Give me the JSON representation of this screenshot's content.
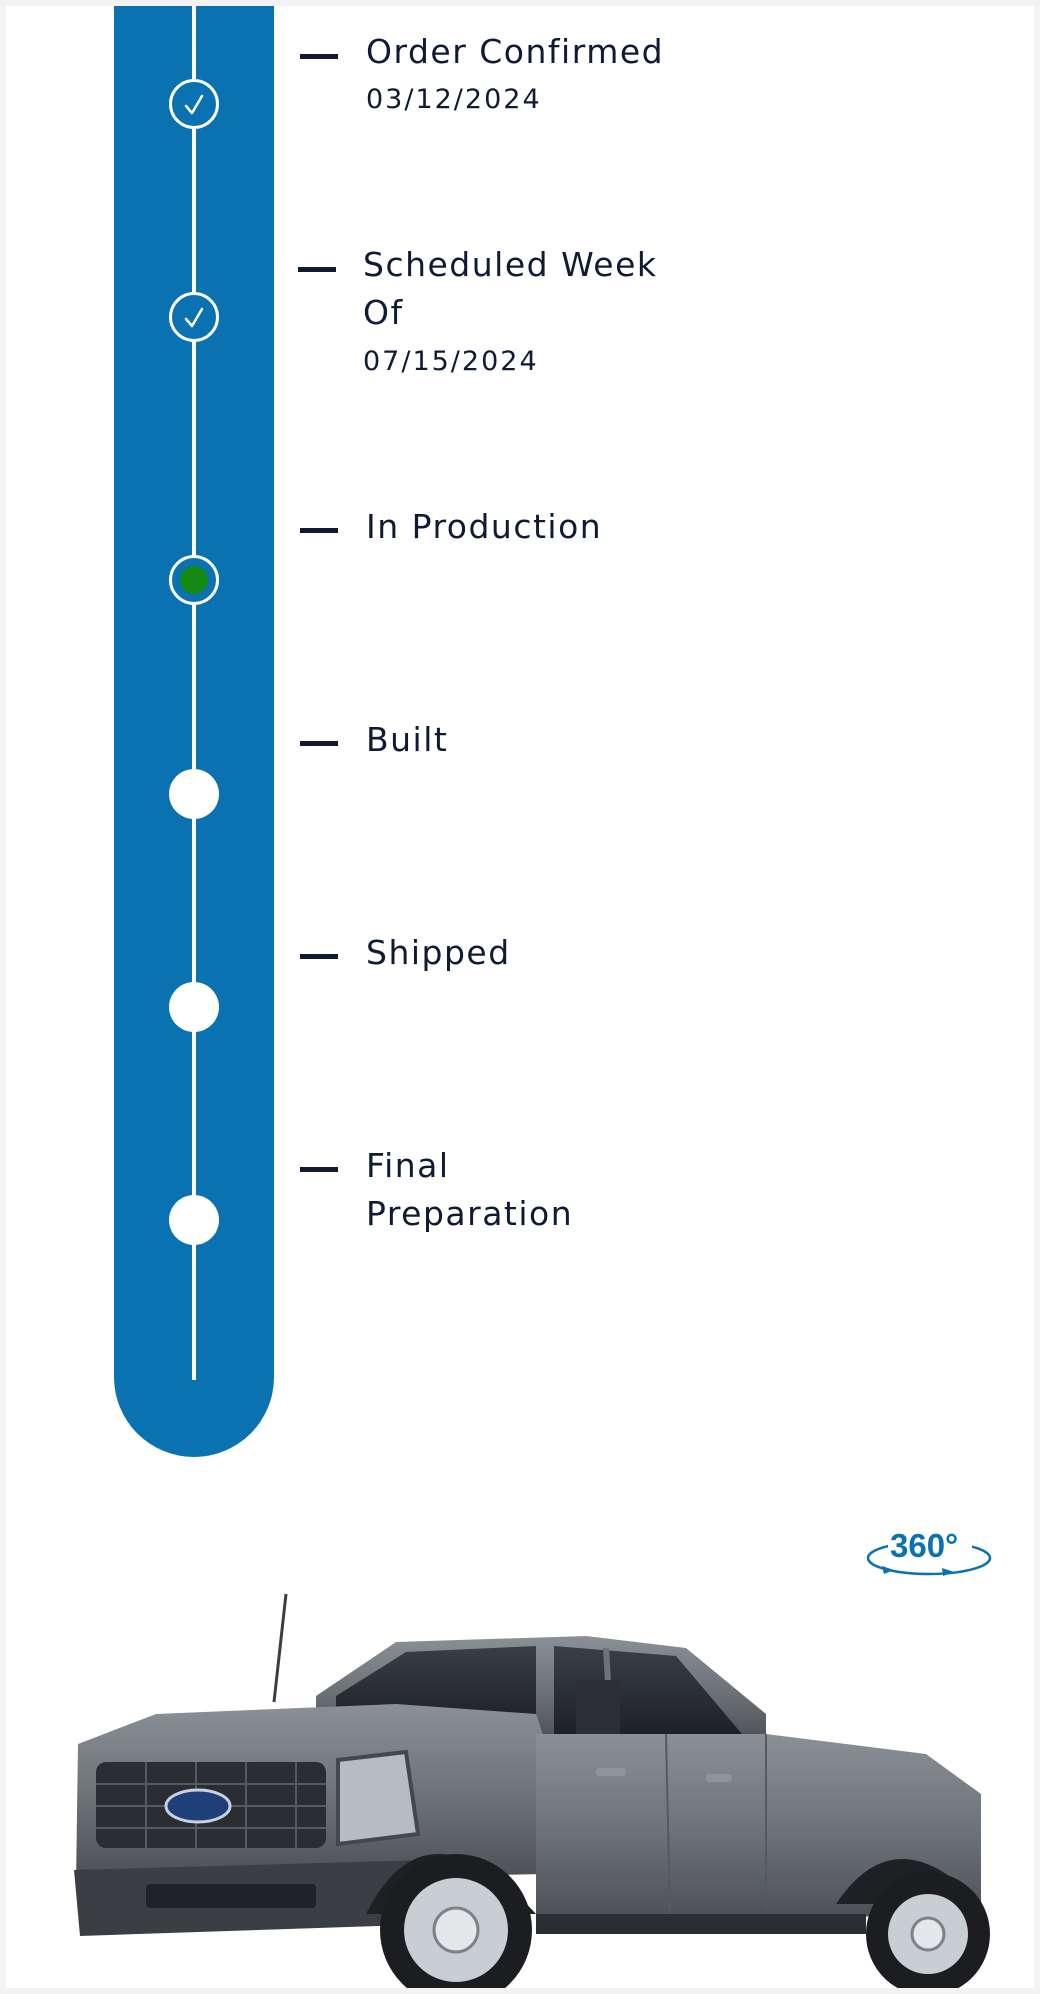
{
  "timeline": {
    "steps": [
      {
        "label": "Order Confirmed",
        "date": "03/12/2024",
        "status": "done"
      },
      {
        "label": "Scheduled Week Of",
        "date": "07/15/2024",
        "status": "done"
      },
      {
        "label": "In Production",
        "status": "current"
      },
      {
        "label": "Built",
        "status": "pending"
      },
      {
        "label": "Shipped",
        "status": "pending"
      },
      {
        "label": "Final Preparation",
        "status": "pending"
      }
    ],
    "colors": {
      "bar": "#0a72b0",
      "current_dot": "#148a14",
      "text": "#0f1b33"
    }
  },
  "view_360": {
    "label": "360°",
    "icon": "rotate-360-icon"
  },
  "vehicle_image": {
    "icon": "pickup-truck-image"
  }
}
